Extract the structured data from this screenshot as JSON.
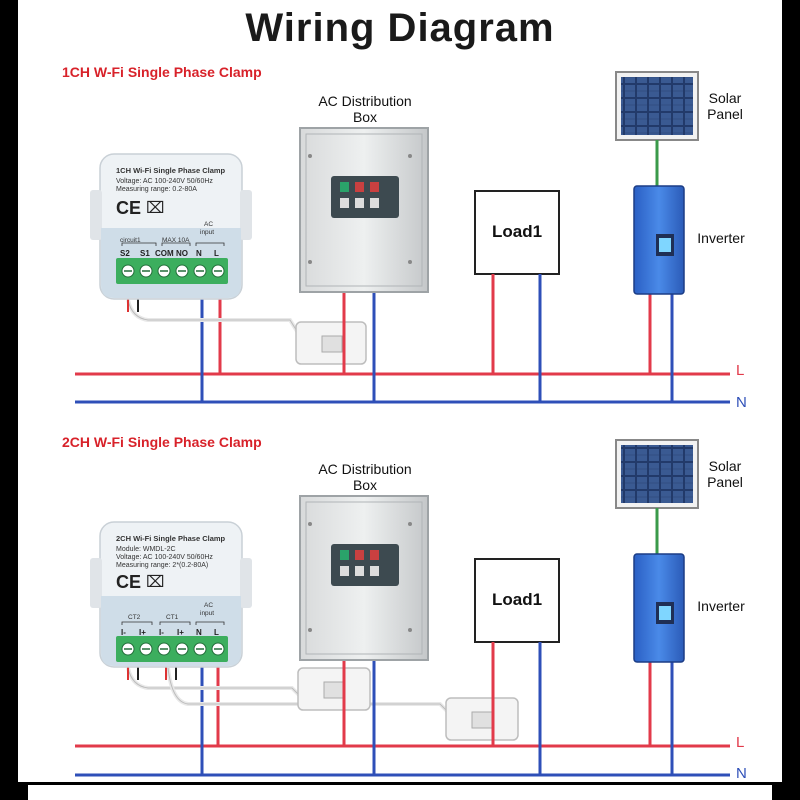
{
  "title": "Wiring Diagram",
  "section1": {
    "label": "1CH W-Fi Single Phase Clamp",
    "device": {
      "name": "1CH Wi-Fi Single Phase Clamp",
      "voltage": "Voltage: AC 100-240V 50/60Hz",
      "range": "Measuring range: 0.2-80A",
      "cert": "CE",
      "group_labels": [
        "circuit1",
        "MAX 10A",
        "AC"
      ],
      "ac_input": "input",
      "terminals": [
        "S2",
        "S1",
        "COM",
        "NO",
        "N",
        "L"
      ]
    },
    "distribution_box": "AC Distribution\nBox",
    "load": "Load1",
    "solar": "Solar\nPanel",
    "inverter": "Inverter",
    "line_l": "L",
    "line_n": "N"
  },
  "section2": {
    "label": "2CH W-Fi Single Phase Clamp",
    "device": {
      "name": "2CH Wi-Fi Single Phase Clamp",
      "model": "Module: WMDL-2C",
      "voltage": "Voltage: AC 100-240V 50/60Hz",
      "range": "Measuring range: 2*(0.2-80A)",
      "cert": "CE",
      "group_labels": [
        "CT2",
        "CT1",
        "AC"
      ],
      "ac_input": "input",
      "terminals": [
        "I-",
        "I+",
        "I-",
        "I+",
        "N",
        "L"
      ]
    },
    "distribution_box": "AC Distribution\nBox",
    "load": "Load1",
    "solar": "Solar\nPanel",
    "inverter": "Inverter",
    "line_l": "L",
    "line_n": "N"
  },
  "colors": {
    "live": "#e23a4a",
    "neutral": "#2e4fb8",
    "earth": "#3a9a4a",
    "device_body": "#e6ecf2",
    "terminal_block": "#3cae5e",
    "inverter": "#3b78e0",
    "accent_red": "#d8222a"
  }
}
